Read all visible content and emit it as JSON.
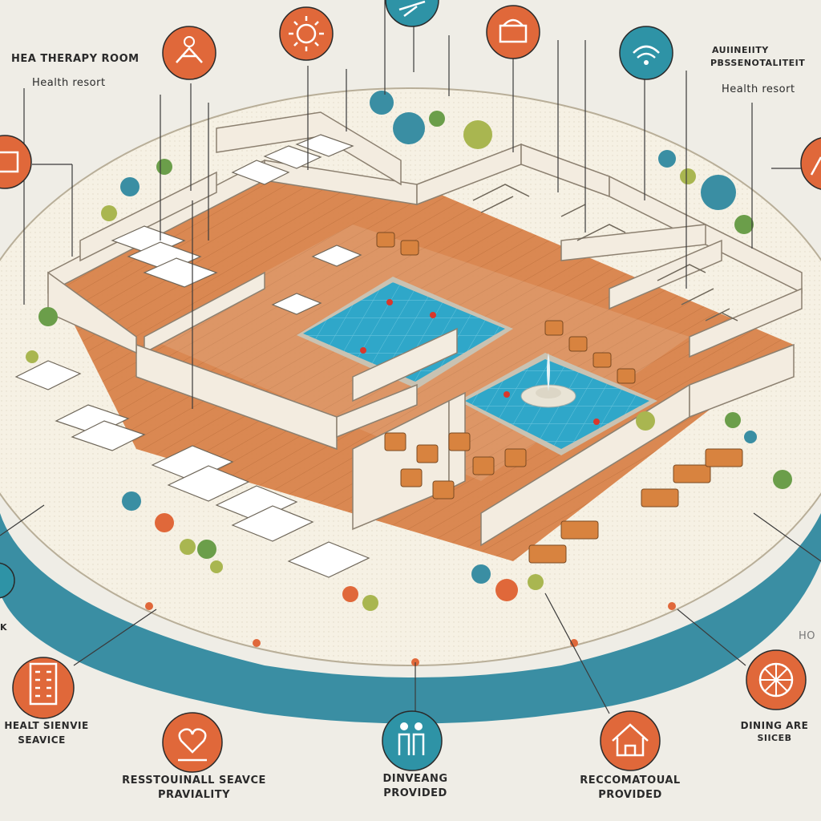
{
  "labels": {
    "top_left_title": "HEA THERAPY ROOM",
    "top_left_sub": "Health resort",
    "top_right_title_1": "AUIINEIITY",
    "top_right_title_2": "PBSSENOTALITEIT",
    "top_right_sub": "Health resort",
    "right_edge": "HO",
    "left_edge": "K",
    "bottom_1_line1": "HEALT SIENVIE",
    "bottom_1_line2": "SEAVICE",
    "bottom_2_line1": "RESSTOUINALL SEAVCE",
    "bottom_2_line2": "PRAVIALITY",
    "bottom_3_line1": "DINVEANG",
    "bottom_3_line2": "PROVIDED",
    "bottom_4_line1": "RECCOMATOUAL",
    "bottom_4_line2": "PROVIDED",
    "bottom_5_line1": "DINING ARE",
    "bottom_5_line2": "SIICEB"
  },
  "icons": [
    {
      "name": "yoga-icon",
      "color": "#e0683a"
    },
    {
      "name": "sun-icon",
      "color": "#e0683a"
    },
    {
      "name": "massage-icon",
      "color": "#2e93a6"
    },
    {
      "name": "sauna-icon",
      "color": "#e0683a"
    },
    {
      "name": "wifi-icon",
      "color": "#2e93a6"
    },
    {
      "name": "card-icon",
      "color": "#e0683a"
    },
    {
      "name": "spa-icon",
      "color": "#e0683a"
    },
    {
      "name": "building-icon",
      "color": "#e0683a"
    },
    {
      "name": "heart-icon",
      "color": "#e0683a"
    },
    {
      "name": "people-icon",
      "color": "#2e93a6"
    },
    {
      "name": "house-icon",
      "color": "#e0683a"
    },
    {
      "name": "wheel-icon",
      "color": "#e0683a"
    },
    {
      "name": "bubble-icon",
      "color": "#2e93a6"
    }
  ],
  "colors": {
    "platform_top": "#f6f1e4",
    "platform_edge": "#3a8ea3",
    "floor_wood": "#d8834a",
    "pool_water": "#2fa7c9",
    "wall": "#f3ece0",
    "accent_orange": "#e0683a",
    "accent_teal": "#2e93a6"
  }
}
